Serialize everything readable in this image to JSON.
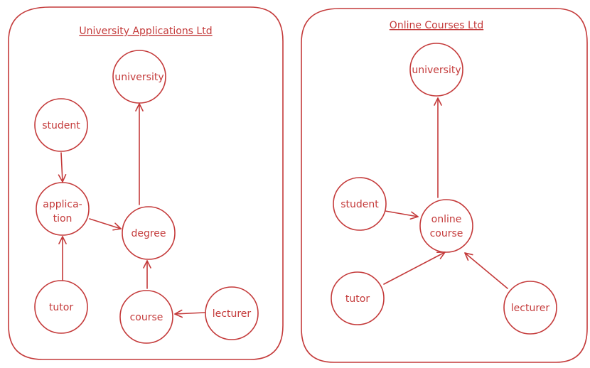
{
  "panels": [
    {
      "title": "University Applications Ltd",
      "nodes": {
        "university": "university",
        "student": "student",
        "application_line1": "applica-",
        "application_line2": "tion",
        "degree": "degree",
        "tutor": "tutor",
        "course": "course",
        "lecturer": "lecturer"
      }
    },
    {
      "title": "Online Courses Ltd",
      "nodes": {
        "university": "university",
        "student": "student",
        "online_course_line1": "online",
        "online_course_line2": "course",
        "tutor": "tutor",
        "lecturer": "lecturer"
      }
    }
  ],
  "colors": {
    "ink": "#c43a3a",
    "background": "#ffffff"
  }
}
